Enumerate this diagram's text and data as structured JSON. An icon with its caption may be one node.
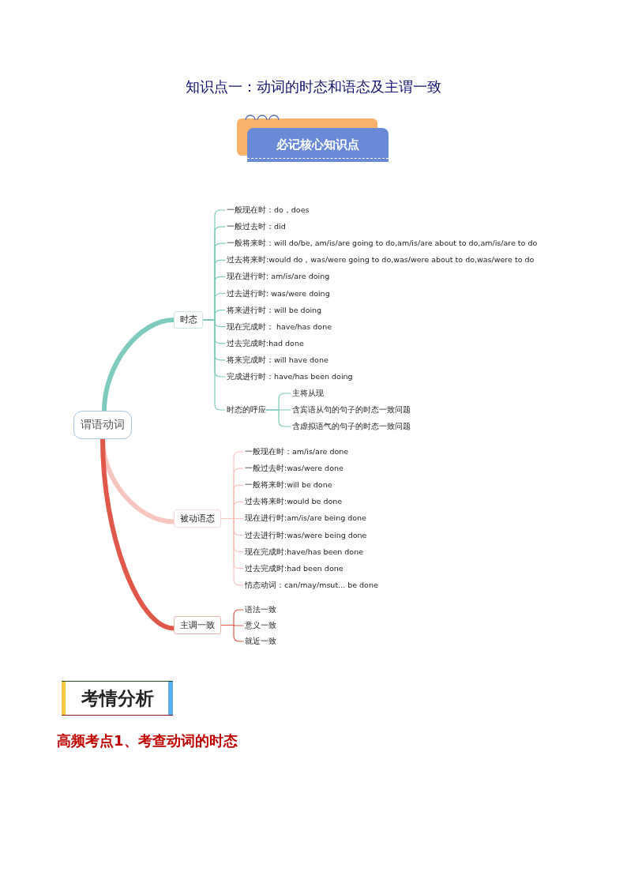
{
  "diagram": {
    "title": "知识点一：动词的时态和语态及主谓一致",
    "nodes": [
      {
        "text": [
          "必记核心知识点"
        ]
      },
      {
        "text": [
          "谓语动词"
        ]
      },
      {
        "text": [
          "时态"
        ]
      },
      {
        "text": [
          "一般现在时：do，does"
        ]
      },
      {
        "text": [
          "一般过去时：did"
        ]
      },
      {
        "text": [
          "一般将来时：will do/be, am/is/are going to do,am/is/are about to do,am/is/are to do"
        ]
      },
      {
        "text": [
          "过去将来时:would do，was/were going to do,was/were about to do,was/were to do"
        ]
      },
      {
        "text": [
          "现在进行时: am/is/are doing"
        ]
      },
      {
        "text": [
          "过去进行时: was/were doing"
        ]
      },
      {
        "text": [
          "将来进行时：will be doing"
        ]
      },
      {
        "text": [
          "现在完成时： have/has done"
        ]
      },
      {
        "text": [
          "过去完成时:had done"
        ]
      },
      {
        "text": [
          "将来完成时：will have done"
        ]
      },
      {
        "text": [
          "完成进行时：have/has been doing"
        ]
      },
      {
        "text": [
          "时态的呼应"
        ]
      },
      {
        "text": [
          "主将从现"
        ]
      },
      {
        "text": [
          "含宾语从句的句子的时态一致问题"
        ]
      },
      {
        "text": [
          "含虚拟语气的句子的时态一致问题"
        ]
      },
      {
        "text": [
          "被动语态"
        ]
      },
      {
        "text": [
          "一般现在时：am/is/are done"
        ]
      },
      {
        "text": [
          "一般过去时:was/were done"
        ]
      },
      {
        "text": [
          "一般将来时:will be done"
        ]
      },
      {
        "text": [
          "过去将来时:would be done"
        ]
      },
      {
        "text": [
          "现在进行时:am/is/are being done"
        ]
      },
      {
        "text": [
          "过去进行时:was/were being done"
        ]
      },
      {
        "text": [
          "现在完成时:have/has been done"
        ]
      },
      {
        "text": [
          "过去完成时:had been done"
        ]
      },
      {
        "text": [
          "情态动词：can/may/msut... be done"
        ]
      },
      {
        "text": [
          "主调一致"
        ]
      },
      {
        "text": [
          "语法一致"
        ]
      },
      {
        "text": [
          "意义一致"
        ]
      },
      {
        "text": [
          "就近一致"
        ]
      },
      {
        "text": [
          "考情分析"
        ]
      }
    ],
    "edges": [
      {
        "from": 1,
        "to": 2,
        "arrow": "none",
        "style": "thick"
      },
      {
        "from": 2,
        "to": 3,
        "arrow": "none"
      },
      {
        "from": 2,
        "to": 4,
        "arrow": "none"
      },
      {
        "from": 2,
        "to": 5,
        "arrow": "none"
      },
      {
        "from": 2,
        "to": 6,
        "arrow": "none"
      },
      {
        "from": 2,
        "to": 7,
        "arrow": "none"
      },
      {
        "from": 2,
        "to": 8,
        "arrow": "none"
      },
      {
        "from": 2,
        "to": 9,
        "arrow": "none"
      },
      {
        "from": 2,
        "to": 10,
        "arrow": "none"
      },
      {
        "from": 2,
        "to": 11,
        "arrow": "none"
      },
      {
        "from": 2,
        "to": 12,
        "arrow": "none"
      },
      {
        "from": 2,
        "to": 13,
        "arrow": "none"
      },
      {
        "from": 2,
        "to": 14,
        "arrow": "none"
      },
      {
        "from": 14,
        "to": 15,
        "arrow": "none"
      },
      {
        "from": 14,
        "to": 16,
        "arrow": "none"
      },
      {
        "from": 14,
        "to": 17,
        "arrow": "none"
      },
      {
        "from": 1,
        "to": 18,
        "arrow": "none",
        "style": "thick",
        "color": "#f7c5c0"
      },
      {
        "from": 18,
        "to": 19,
        "arrow": "none",
        "color": "#f7c5c0"
      },
      {
        "from": 18,
        "to": 20,
        "arrow": "none",
        "color": "#f7c5c0"
      },
      {
        "from": 18,
        "to": 21,
        "arrow": "none",
        "color": "#f7c5c0"
      },
      {
        "from": 18,
        "to": 22,
        "arrow": "none",
        "color": "#f7c5c0"
      },
      {
        "from": 18,
        "to": 23,
        "arrow": "none",
        "color": "#f7c5c0"
      },
      {
        "from": 18,
        "to": 24,
        "arrow": "none",
        "color": "#f7c5c0"
      },
      {
        "from": 18,
        "to": 25,
        "arrow": "none",
        "color": "#f7c5c0"
      },
      {
        "from": 18,
        "to": 26,
        "arrow": "none",
        "color": "#f7c5c0"
      },
      {
        "from": 18,
        "to": 27,
        "arrow": "none",
        "color": "#f7c5c0"
      },
      {
        "from": 1,
        "to": 28,
        "arrow": "none",
        "style": "thick",
        "color": "#e0584a"
      },
      {
        "from": 28,
        "to": 29,
        "arrow": "none",
        "color": "#e0584a"
      },
      {
        "from": 28,
        "to": 30,
        "arrow": "none",
        "color": "#e0584a"
      },
      {
        "from": 28,
        "to": 31,
        "arrow": "none",
        "color": "#e0584a"
      }
    ],
    "labels": [
      "高频考点1、考查动词的时态"
    ]
  }
}
